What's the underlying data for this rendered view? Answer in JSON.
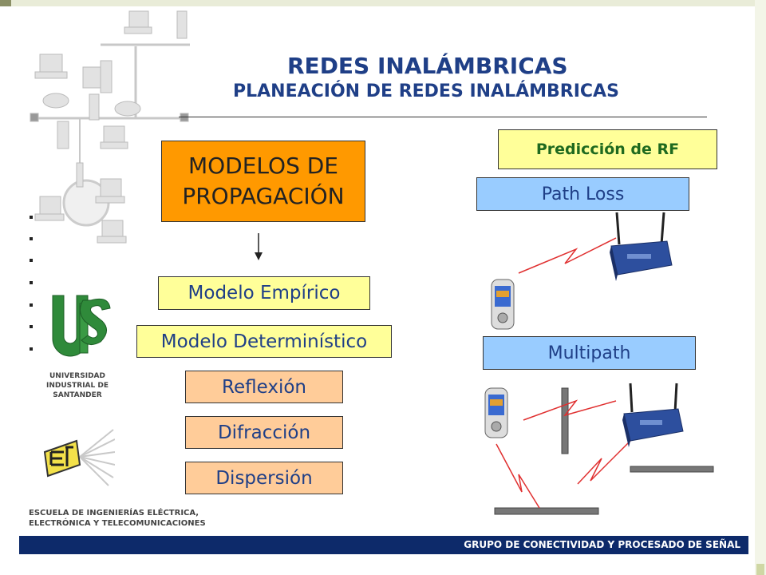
{
  "header": {
    "title": "REDES INALÁMBRICAS",
    "subtitle": "PLANEACIÓN DE REDES INALÁMBRICAS"
  },
  "left_column": {
    "main_box": [
      "MODELOS DE",
      "PROPAGACIÓN"
    ],
    "empirical_model": "Modelo Empírico",
    "deterministic_model": "Modelo Determinístico",
    "mechanisms": [
      "Reflexión",
      "Difracción",
      "Dispersión"
    ]
  },
  "right_column": {
    "prediction_label": "Predicción de RF",
    "path_loss_label": "Path Loss",
    "multipath_label": "Multipath"
  },
  "logos": {
    "university_name": [
      "UNIVERSIDAD",
      "INDUSTRIAL DE",
      "SANTANDER"
    ],
    "school_name": [
      "ESCUELA DE INGENIERÍAS ELÉCTRICA,",
      "ELECTRÓNICA Y TELECOMUNICACIONES"
    ]
  },
  "footer": {
    "group_name": "GRUPO DE CONECTIVIDAD Y PROCESADO DE SEÑAL"
  },
  "colors": {
    "title_blue": "#1f3f87",
    "orange_box": "#ff9900",
    "yellow_box": "#ffff99",
    "salmon_box": "#ffcc99",
    "blue_box": "#99ccff",
    "footer_bar": "#0d2a6a",
    "uis_green": "#2f8a3a",
    "signal_red": "#e03030"
  }
}
